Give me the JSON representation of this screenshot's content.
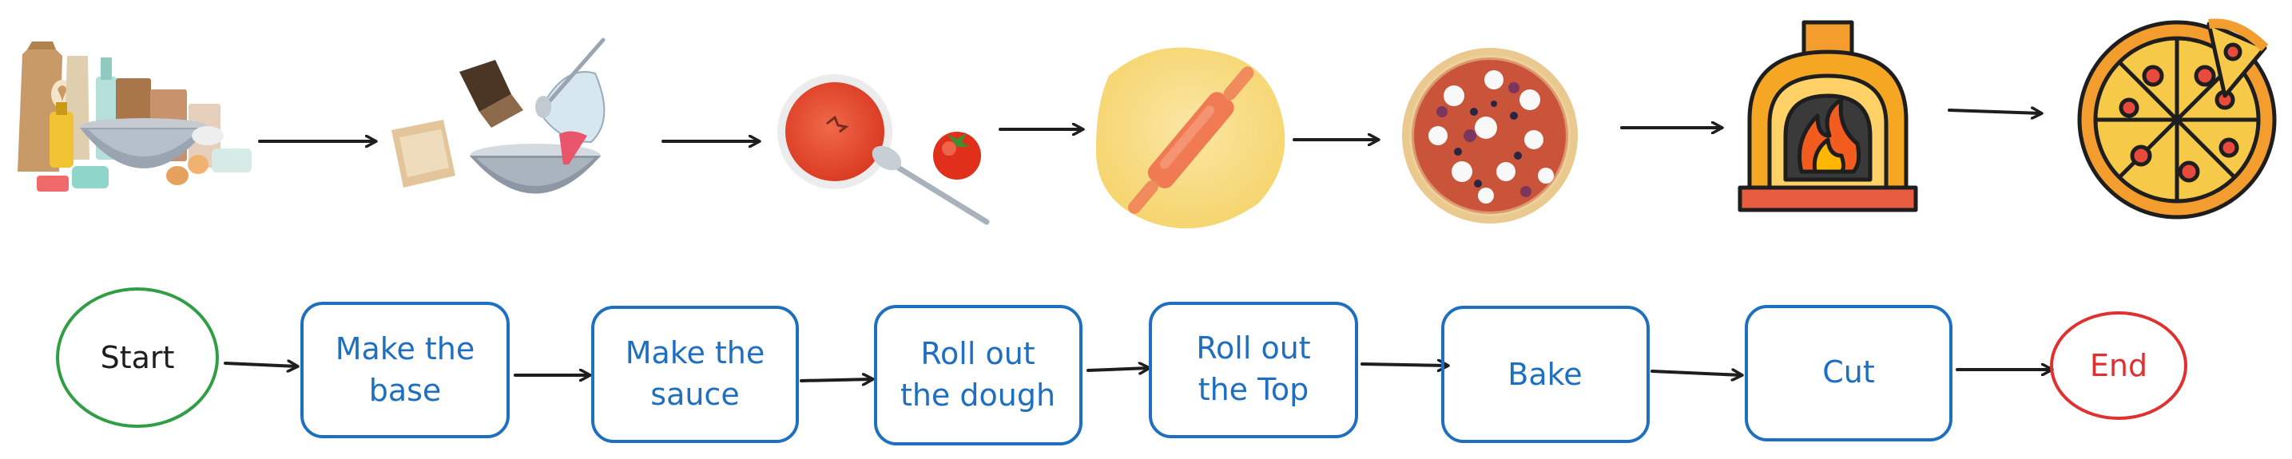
{
  "pictures": [
    {
      "name": "ingredients",
      "icon": "ingredients-icon"
    },
    {
      "name": "mixing",
      "icon": "mixing-bowl-icon"
    },
    {
      "name": "sauce",
      "icon": "tomato-sauce-icon"
    },
    {
      "name": "rolling",
      "icon": "rolling-pin-dough-icon"
    },
    {
      "name": "topped-pizza",
      "icon": "topped-pizza-icon"
    },
    {
      "name": "oven",
      "icon": "brick-oven-icon"
    },
    {
      "name": "sliced-pizza",
      "icon": "sliced-pizza-icon"
    }
  ],
  "flow": {
    "start": {
      "lines": [
        "Start"
      ]
    },
    "steps": [
      {
        "lines": [
          "Make the",
          "base"
        ]
      },
      {
        "lines": [
          "Make the",
          "sauce"
        ]
      },
      {
        "lines": [
          "Roll out",
          "the dough"
        ]
      },
      {
        "lines": [
          "Roll out",
          "the Top"
        ]
      },
      {
        "lines": [
          "Bake"
        ]
      },
      {
        "lines": [
          "Cut"
        ]
      }
    ],
    "end": {
      "lines": [
        "End"
      ]
    }
  },
  "colors": {
    "step_stroke": "#1f6fc1",
    "step_text": "#1f6fc1",
    "start_stroke": "#2f9e44",
    "start_text": "#1e1e1e",
    "end_stroke": "#e03131",
    "end_text": "#e03131",
    "arrow": "#1e1e1e"
  }
}
